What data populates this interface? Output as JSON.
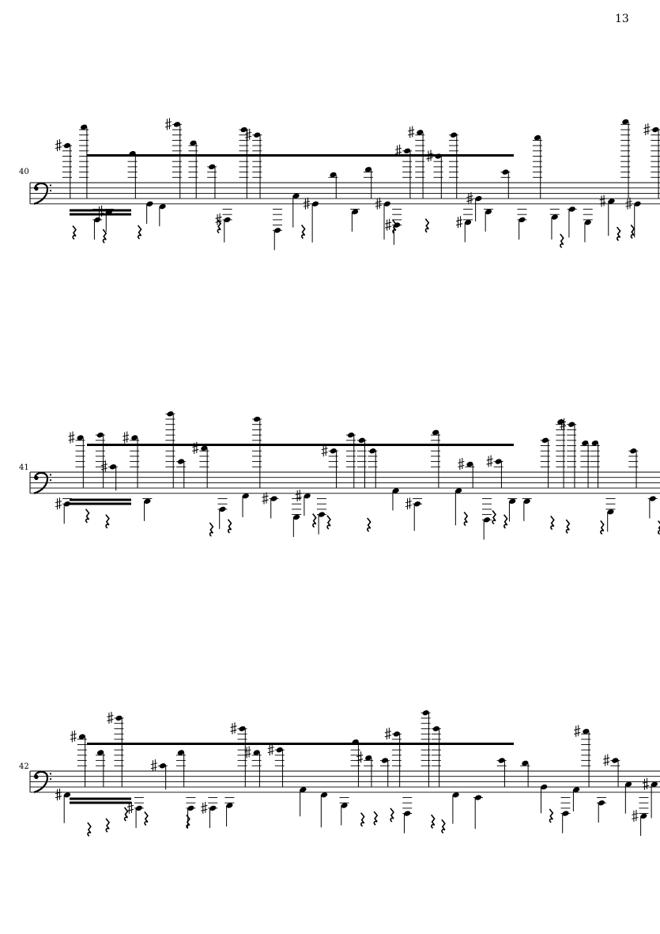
{
  "page_number": "13",
  "systems": [
    {
      "measure_number": "40",
      "clef": "bass"
    },
    {
      "measure_number": "41",
      "clef": "bass"
    },
    {
      "measure_number": "42",
      "clef": "bass"
    }
  ]
}
